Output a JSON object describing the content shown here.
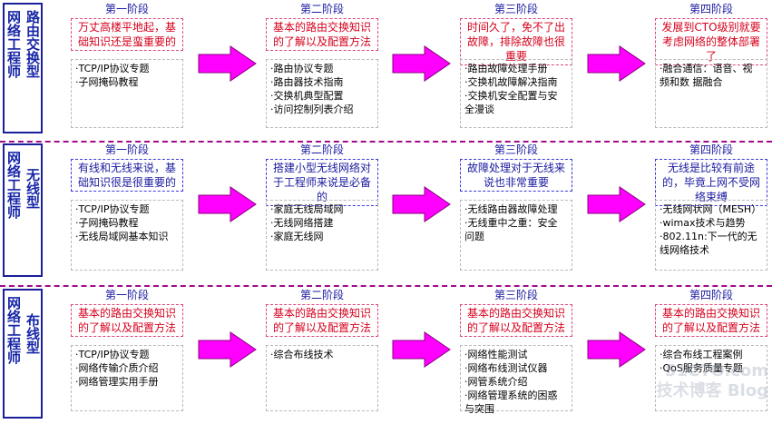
{
  "colors": {
    "label_border": "#1a1f9a",
    "label_text": "#1726a8",
    "divider": "#a00a8c",
    "arrow_fill": "#ff00ff",
    "arrow_stroke": "#8a0080",
    "stage_title": "#1a1aa0",
    "head_red": "#d6001c",
    "head_blue": "#1a1aa0"
  },
  "rows": [
    {
      "label_cols": [
        "网络工程师",
        "路由交换型"
      ],
      "stages": [
        {
          "title": "第一阶段",
          "head": "万丈高楼平地起，基础知识还是蛮重要的",
          "head_color": "red",
          "items": [
            "·TCP/IP协议专题",
            "·子网掩码教程"
          ]
        },
        {
          "title": "第二阶段",
          "head": "基本的路由交换知识的了解以及配置方法",
          "head_color": "red",
          "items": [
            "·路由协议专题",
            "·路由器技术指南",
            "·交换机典型配置",
            "·访问控制列表介绍"
          ]
        },
        {
          "title": "第三阶段",
          "head": "时间久了，免不了出故障，排除故障也很重要",
          "head_color": "red",
          "items": [
            "·路由故障处理手册",
            "·交换机故障解决指南",
            "·交换机安全配置与安",
            "全漫谈"
          ]
        },
        {
          "title": "第四阶段",
          "head": "发展到CTO级别就要考虑网络的整体部署了",
          "head_color": "red",
          "items": [
            "·融合通信：语音、视",
            "频和数 据融合"
          ]
        }
      ]
    },
    {
      "label_cols": [
        "网络工程师",
        "无线型"
      ],
      "stages": [
        {
          "title": "第一阶段",
          "head": "有线和无线来说，基础知识很是很重要的",
          "head_color": "blue",
          "items": [
            "·TCP/IP协议专题",
            "·子网掩码教程",
            "·无线局域网基本知识"
          ]
        },
        {
          "title": "第二阶段",
          "head": "搭建小型无线网络对于工程师来说是必备的",
          "head_color": "blue",
          "items": [
            "·家庭无线局域网",
            "·无线网络搭建",
            "·家庭无线网"
          ]
        },
        {
          "title": "第三阶段",
          "head": "故障处理对于无线来说也非常重要",
          "head_color": "blue",
          "items": [
            "·无线路由器故障处理",
            "·无线重中之重：安全",
            "问题"
          ]
        },
        {
          "title": "第四阶段",
          "head": "无线是比较有前途的，毕竟上网不受网络束缚",
          "head_color": "blue",
          "items": [
            "·无线网状网（MESH）",
            "·wimax技术与趋势",
            "·802.11n:下一代的无",
            "线网络技术"
          ]
        }
      ]
    },
    {
      "label_cols": [
        "网络工程师",
        "布线型"
      ],
      "stages": [
        {
          "title": "第一阶段",
          "head": "基本的路由交换知识的了解以及配置方法",
          "head_color": "red",
          "items": [
            "·TCP/IP协议专题",
            "·网络传输介质介绍",
            "·网络管理实用手册"
          ]
        },
        {
          "title": "第二阶段",
          "head": "基本的路由交换知识的了解以及配置方法",
          "head_color": "red",
          "items": [
            "·综合布线技术"
          ]
        },
        {
          "title": "第三阶段",
          "head": "基本的路由交换知识的了解以及配置方法",
          "head_color": "red",
          "items": [
            "·网络性能测试",
            "·网络布线测试仪器",
            "·网管系统介绍",
            "·网络管理系统的困惑",
            "与突围"
          ]
        },
        {
          "title": "第四阶段",
          "head": "基本的路由交换知识的了解以及配置方法",
          "head_color": "red",
          "items": [
            "·综合布线工程案例",
            "·QoS服务质量专题"
          ]
        }
      ]
    }
  ],
  "watermark": [
    "51CTO.com",
    "技术博客 Blog"
  ]
}
